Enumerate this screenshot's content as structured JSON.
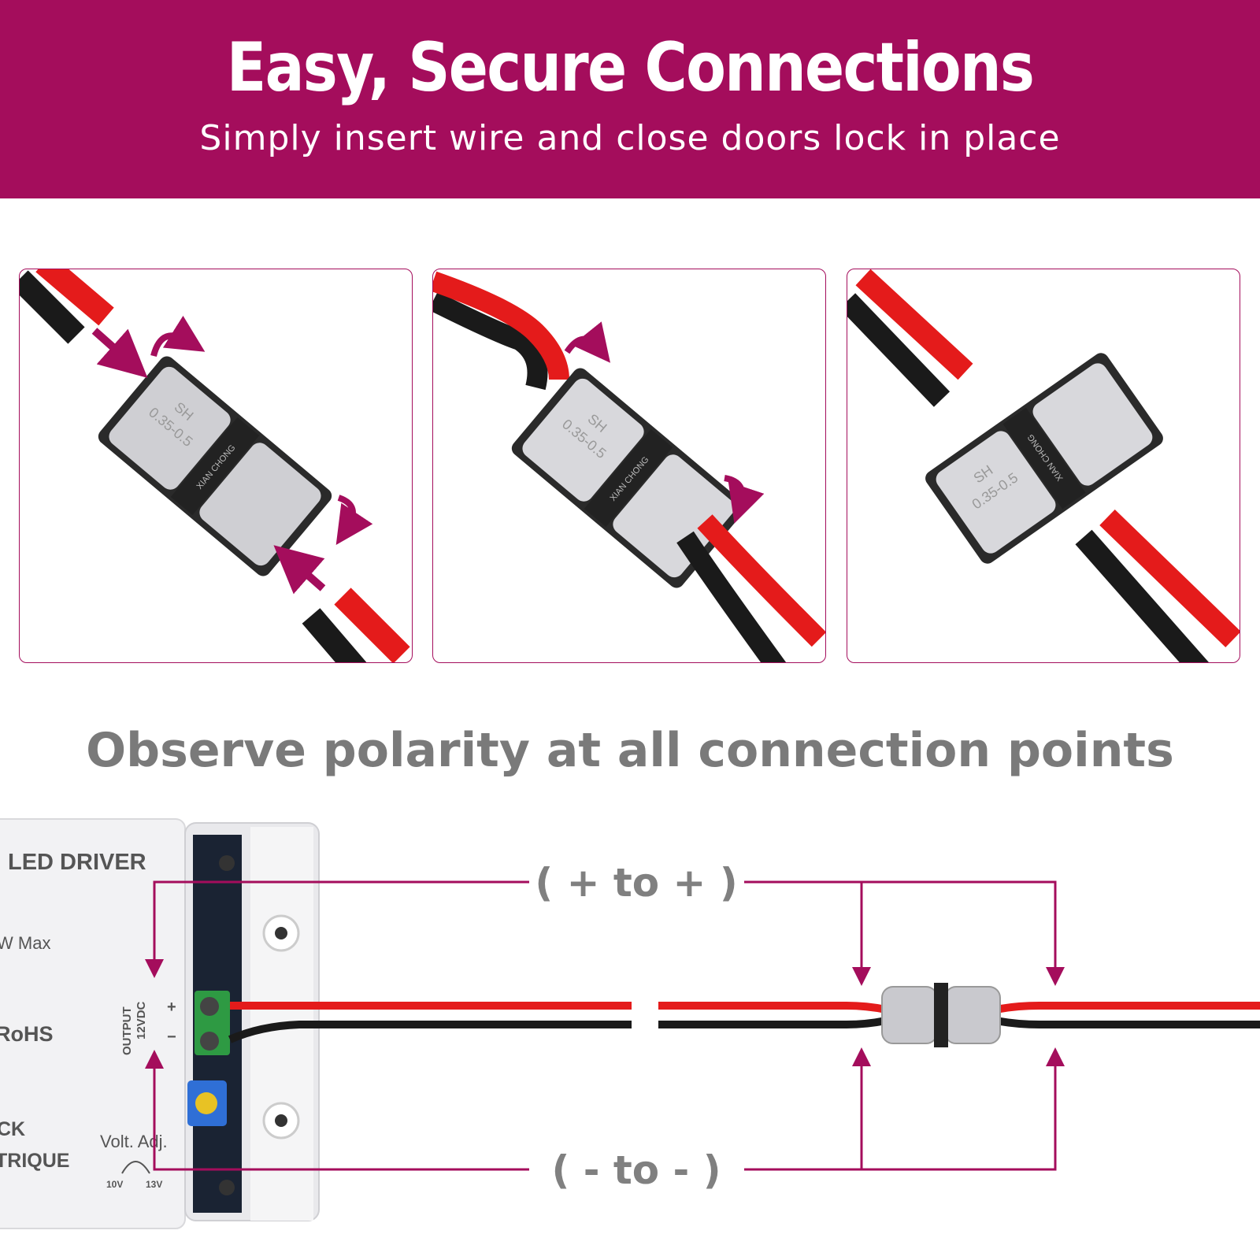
{
  "banner": {
    "title": "Easy, Secure Connections",
    "subtitle": "Simply insert wire and close doors lock in place",
    "background_color": "#a40d5c"
  },
  "steps": [
    {
      "connector_text": {
        "rating": "0.35-0.5",
        "model": "SH",
        "brand": "XIAN CHONG"
      }
    },
    {
      "connector_text": {
        "rating": "0.35-0.5",
        "model": "SH",
        "brand": "XIAN CHONG"
      }
    },
    {
      "connector_text": {
        "rating": "0.35-0.5",
        "model": "SH",
        "brand": "XIAN CHONG"
      }
    }
  ],
  "polarity": {
    "heading": "Observe polarity at all connection points",
    "plus_label": "( + to + )",
    "minus_label": "( - to - )"
  },
  "driver": {
    "label_top": "LED DRIVER",
    "label_power": "W Max",
    "label_rohs": "RoHS",
    "label_ck": "CK",
    "label_trique": "TRIQUE",
    "output_line1": "OUTPUT",
    "output_line2": "12VDC",
    "plus_sign": "+",
    "minus_sign": "−",
    "volt_adj": "Volt. Adj.",
    "v_min": "10V",
    "v_max": "13V"
  },
  "colors": {
    "accent": "#a40d5c",
    "wire_red": "#e41b1b",
    "wire_black": "#1a1a1a",
    "text_gray": "#7a7a7a",
    "terminal_green": "#2e9a43"
  }
}
